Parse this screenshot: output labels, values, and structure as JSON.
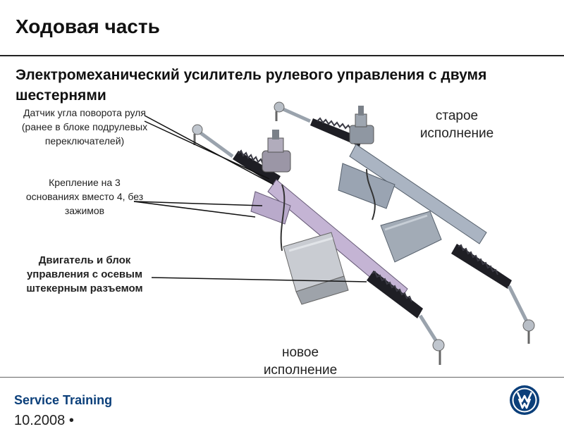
{
  "header": {
    "title": "Ходовая часть"
  },
  "slide": {
    "subtitle": "Электромеханический усилитель рулевого управления с двумя шестернями",
    "callouts": {
      "angle_sensor": "Датчик угла поворота руля (ранее в блоке подрулевых переключателей)",
      "mounting": "Крепление на 3 основаниях вместо 4, без зажимов",
      "motor": "Двигатель и блок управления с осевым штекерным разъемом"
    },
    "labels": {
      "old": "старое исполнение",
      "new": "новое исполнение"
    }
  },
  "footer": {
    "brand": "Service Training",
    "date": "10.2008 •"
  },
  "colors": {
    "old_rack": "#aab4c2",
    "new_rack": "#c4b4d4",
    "boot": "#1e1e24",
    "brand": "#0b3f7a"
  }
}
